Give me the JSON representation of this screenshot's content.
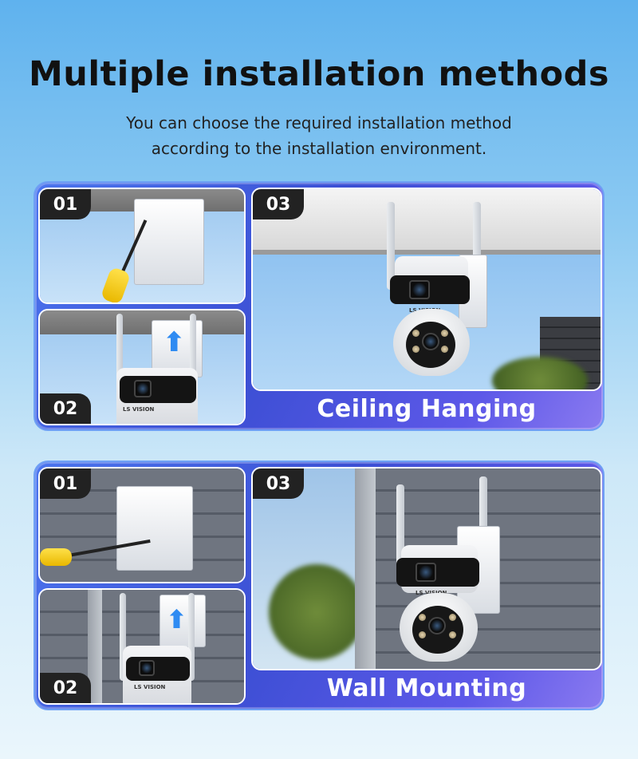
{
  "header": {
    "title": "Multiple installation methods",
    "subtitle_line1": "You can choose the required installation method",
    "subtitle_line2": "according to the installation environment."
  },
  "sections": [
    {
      "caption": "Ceiling Hanging",
      "steps": [
        "01",
        "02",
        "03"
      ],
      "brand": "LS VISION"
    },
    {
      "caption": "Wall Mounting",
      "steps": [
        "01",
        "02",
        "03"
      ],
      "brand": "LS VISION"
    }
  ],
  "colors": {
    "panel_accent": "#3c4fd4",
    "badge_bg": "#222222",
    "arrow": "#2f8bf2"
  },
  "icons": {
    "arrow": "up-arrow-icon",
    "screwdriver": "screwdriver-icon"
  }
}
